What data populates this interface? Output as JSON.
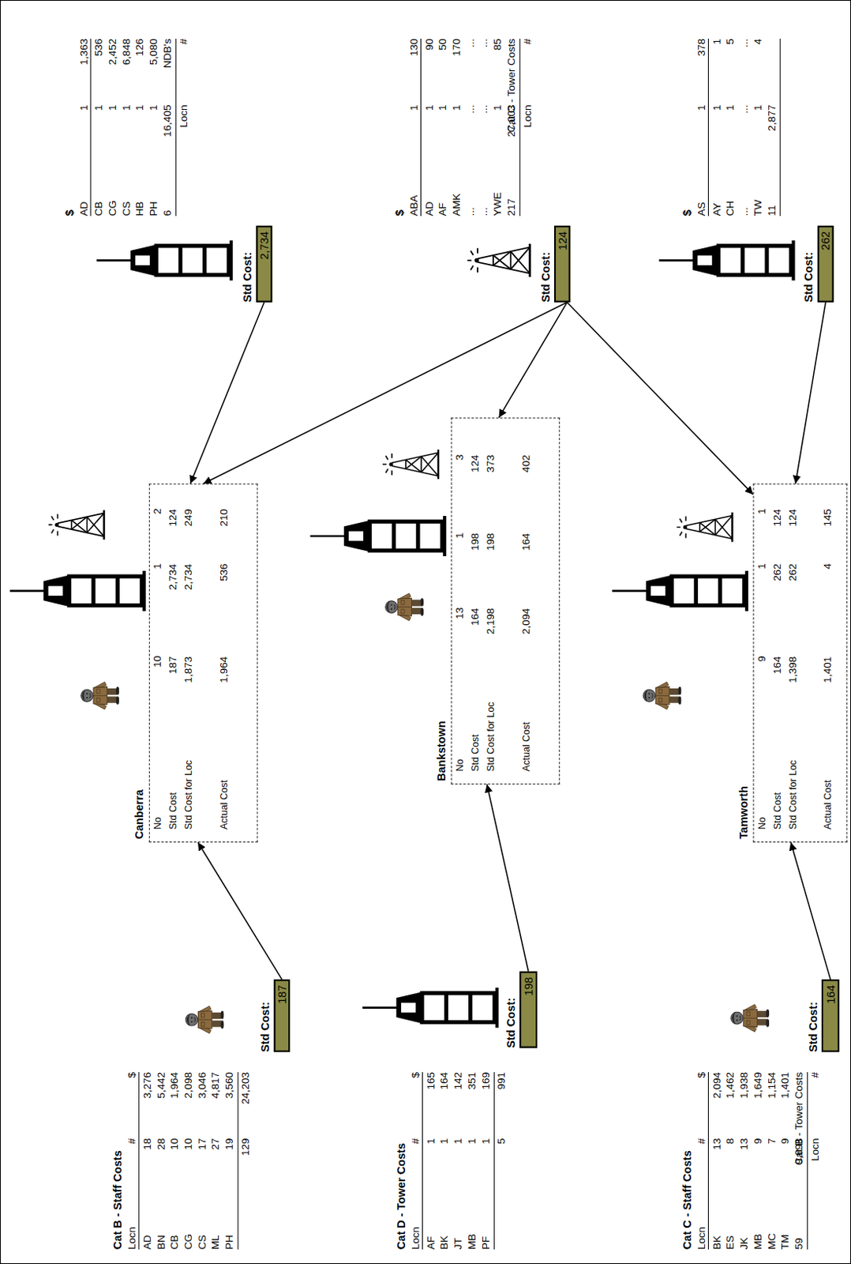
{
  "diagram": {
    "nodes": [
      {
        "text": [
          "Std Cost:",
          "187"
        ]
      },
      {
        "text": [
          "Canberra",
          "No",
          "Std Cost",
          "Std Cost for Loc",
          "Actual Cost",
          "10",
          "187",
          "1,873",
          "1,964",
          "1",
          "2,734",
          "2,734",
          "536",
          "2",
          "124",
          "249",
          "210"
        ]
      },
      {
        "text": [
          "Std Cost:",
          "2,734"
        ]
      },
      {
        "text": [
          "Std Cost:",
          "198"
        ]
      },
      {
        "text": [
          "Bankstown",
          "No",
          "Std Cost",
          "Std Cost for Loc",
          "Actual Cost",
          "13",
          "164",
          "2,198",
          "2,094",
          "1",
          "198",
          "198",
          "164",
          "3",
          "124",
          "373",
          "402"
        ]
      },
      {
        "text": [
          "Std Cost:",
          "124"
        ]
      },
      {
        "text": [
          "Std Cost:",
          "164"
        ]
      },
      {
        "text": [
          "Tamworth",
          "No",
          "Std Cost",
          "Std Cost for Loc",
          "Actual Cost",
          "9",
          "164",
          "1,398",
          "1,401",
          "1",
          "262",
          "262",
          "4",
          "1",
          "124",
          "124",
          "145"
        ]
      },
      {
        "text": [
          "Std Cost:",
          "262"
        ]
      }
    ],
    "edges": [
      {
        "from": 0,
        "to": 1,
        "arrow": "to"
      },
      {
        "from": 2,
        "to": 1,
        "arrow": "to"
      },
      {
        "from": 5,
        "to": 1,
        "arrow": "to"
      },
      {
        "from": 5,
        "to": 4,
        "arrow": "to"
      },
      {
        "from": 5,
        "to": 7,
        "arrow": "to"
      },
      {
        "from": 3,
        "to": 4,
        "arrow": "to"
      },
      {
        "from": 6,
        "to": 7,
        "arrow": "to"
      },
      {
        "from": 8,
        "to": 7,
        "arrow": "to"
      }
    ],
    "labels": [
      "Cat B - Staff Costs",
      "Locn",
      "#",
      "$",
      "AD",
      "18",
      "3,276",
      "BN",
      "28",
      "5,442",
      "CB",
      "10",
      "1,964",
      "CG",
      "10",
      "2,098",
      "CS",
      "17",
      "3,046",
      "ML",
      "27",
      "4,817",
      "PH",
      "19",
      "3,560",
      "129",
      "24,203",
      "Cat D - Tower Costs",
      "Locn",
      "#",
      "$",
      "AF",
      "1",
      "165",
      "BK",
      "1",
      "164",
      "JT",
      "1",
      "142",
      "MB",
      "1",
      "351",
      "PF",
      "1",
      "169",
      "5",
      "991",
      "Cat C - Staff Costs",
      "Locn",
      "#",
      "$",
      "BK",
      "13",
      "2,094",
      "ES",
      "8",
      "1,462",
      "JK",
      "13",
      "1,938",
      "MB",
      "9",
      "1,649",
      "MC",
      "7",
      "1,154",
      "TM",
      "9",
      "1,401",
      "59",
      "9,698",
      "Cat B - Tower Costs",
      "Locn",
      "#",
      "$",
      "AD",
      "1",
      "1,363",
      "CB",
      "1",
      "536",
      "CG",
      "1",
      "2,452",
      "CS",
      "1",
      "6,848",
      "HB",
      "1",
      "126",
      "PH",
      "1",
      "5,080",
      "6",
      "16,405",
      "NDB's",
      "Locn",
      "#",
      "$",
      "ABA",
      "1",
      "130",
      "AD",
      "1",
      "90",
      "AF",
      "1",
      "50",
      "AMK",
      "1",
      "170",
      "...",
      "...",
      "...",
      "...",
      "...",
      "...",
      "YWE",
      "1",
      "85",
      "217",
      "27,003",
      "Cat C - Tower Costs",
      "Locn",
      "#",
      "$",
      "AS",
      "1",
      "378",
      "AY",
      "1",
      "1",
      "CH",
      "1",
      "5",
      "...",
      "...",
      "...",
      "TW",
      "1",
      "4",
      "11",
      "2,877"
    ]
  }
}
